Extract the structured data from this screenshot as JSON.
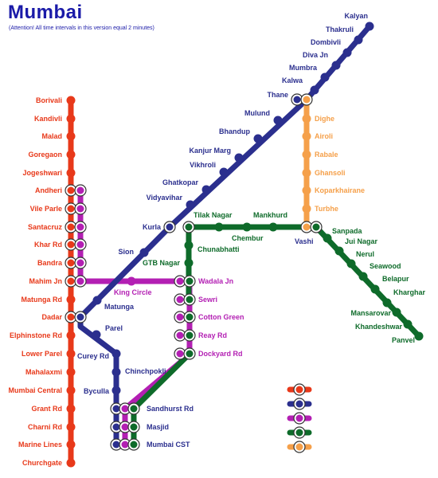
{
  "title": "Mumbai",
  "subtitle": "(Attention! All time intervals in this version equal 2 minutes)",
  "colors": {
    "western": "#e8391a",
    "central": "#2b2f8e",
    "harbour": "#b31fb3",
    "trans_harbour": "#0e6b2a",
    "thane_vashi": "#f5a04a"
  },
  "labels": {
    "western": [
      "Borivali",
      "Kandivli",
      "Malad",
      "Goregaon",
      "Jogeshwari",
      "Andheri",
      "Vile Parle",
      "Santacruz",
      "Khar Rd",
      "Bandra",
      "Mahim Jn",
      "Matunga Rd",
      "Dadar",
      "Elphinstone Rd",
      "Lower Parel",
      "Mahalaxmi",
      "Mumbai Central",
      "Grant Rd",
      "Charni Rd",
      "Marine Lines",
      "Churchgate"
    ],
    "central_main": [
      "Kalyan",
      "Thakruli",
      "Dombivli",
      "Diva Jn",
      "Mumbra",
      "Kalwa",
      "Thane",
      "Mulund",
      "Bhandup",
      "Kanjur Marg",
      "Vikhroli",
      "Ghatkopar",
      "Vidyavihar",
      "Kurla",
      "Sion",
      "Matunga"
    ],
    "central_south": [
      "Parel",
      "Curey Rd",
      "Chinchpokli",
      "Byculla"
    ],
    "cst_group": [
      "Sandhurst Rd",
      "Masjid",
      "Mumbai CST"
    ],
    "harbour": [
      "King Circle",
      "Wadala Jn",
      "Sewri",
      "Cotton Green",
      "Reay Rd",
      "Dockyard Rd"
    ],
    "trans_harbour": [
      "Tilak Nagar",
      "Mankhurd",
      "Chembur",
      "Vashi",
      "Chunabhatti",
      "GTB Nagar",
      "Sanpada",
      "Jui Nagar",
      "Nerul",
      "Seawood",
      "Belapur",
      "Kharghar",
      "Mansarovar",
      "Khandeshwar",
      "Panvel"
    ],
    "thane_vashi": [
      "Dighe",
      "Airoli",
      "Rabale",
      "Ghansoli",
      "Koparkhairane",
      "Turbhe"
    ]
  },
  "legend": [
    {
      "line": "western",
      "color": "#e8391a"
    },
    {
      "line": "central",
      "color": "#2b2f8e"
    },
    {
      "line": "harbour",
      "color": "#b31fb3"
    },
    {
      "line": "trans_harbour",
      "color": "#0e6b2a"
    },
    {
      "line": "thane_vashi",
      "color": "#f5a04a"
    }
  ]
}
